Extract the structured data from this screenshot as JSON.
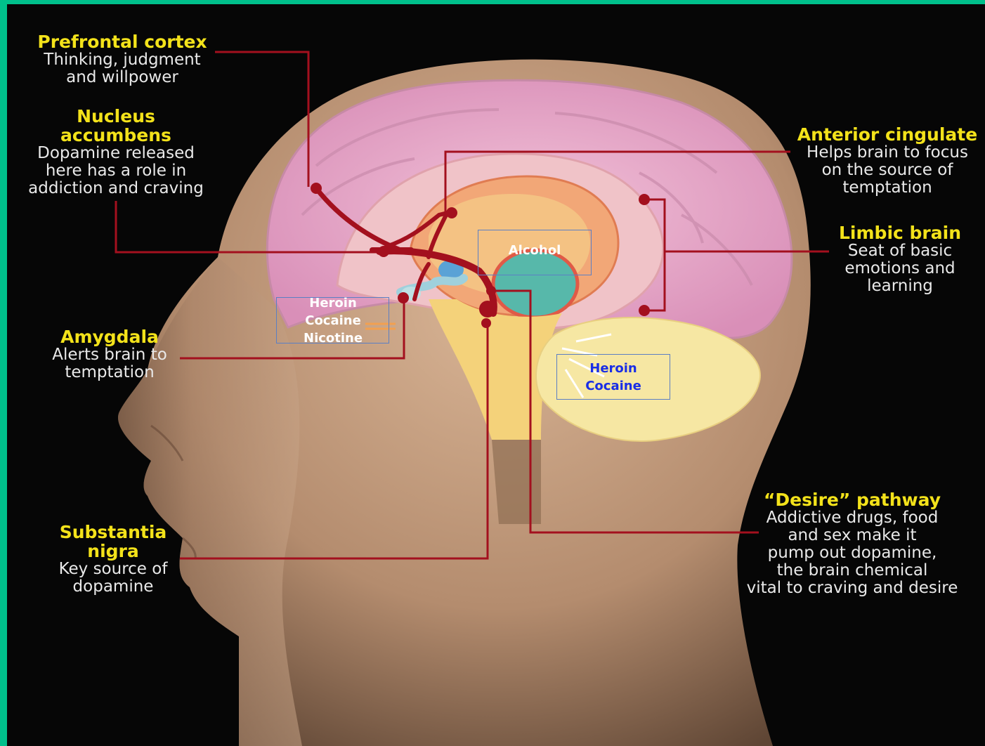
{
  "labels": {
    "prefrontal": {
      "title": "Prefrontal cortex",
      "desc": "Thinking, judgment\nand willpower"
    },
    "nucleus": {
      "title": "Nucleus\naccumbens",
      "desc": "Dopamine released\nhere has a role in\naddiction and craving"
    },
    "amygdala": {
      "title": "Amygdala",
      "desc": "Alerts brain to\ntemptation"
    },
    "substantia": {
      "title": "Substantia\nnigra",
      "desc": "Key source of\ndopamine"
    },
    "anterior": {
      "title": "Anterior cingulate",
      "desc": "Helps brain to focus\non the source of\ntemptation"
    },
    "limbic": {
      "title": "Limbic brain",
      "desc": "Seat of basic\nemotions and\nlearning"
    },
    "desire": {
      "title": "“Desire” pathway",
      "desc": "Addictive drugs, food\nand sex make it\npump out dopamine,\nthe brain chemical\nvital to craving and desire"
    }
  },
  "drug_boxes": {
    "alcohol": "Alcohol",
    "heroin_cocaine_nicotine": "Heroin\nCocaine\nNicotine",
    "heroin_cocaine": "Heroin\nCocaine"
  },
  "colors": {
    "border": "#00c08b",
    "title_text": "#f3e21a",
    "pathway": "#a3101e",
    "skin": "#c9a384",
    "cortex": "#e8a9c9",
    "cerebellum": "#f6e7a3",
    "white_drug_text": "#ffffff",
    "blue_drug_text": "#1a2ee6"
  }
}
